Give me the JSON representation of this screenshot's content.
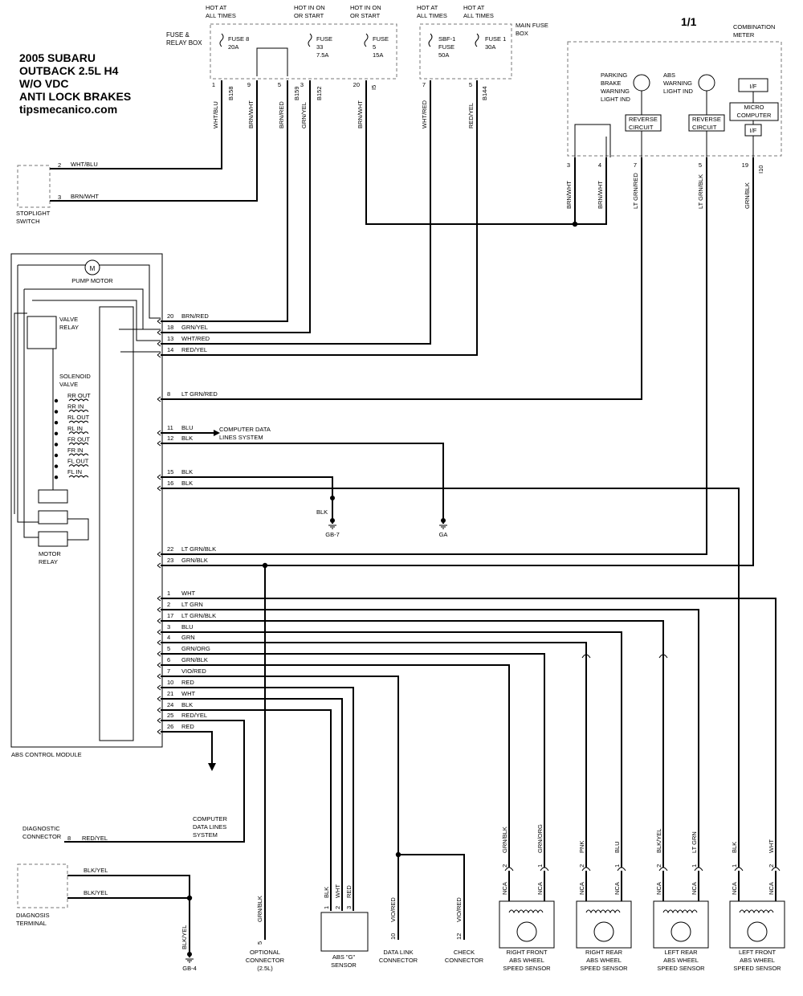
{
  "title_lines": [
    "2005 SUBARU",
    "OUTBACK  2.5L H4",
    "W/O VDC",
    "ANTI LOCK BRAKES",
    "tipsmecanico.com"
  ],
  "page_ref": "1/1",
  "fuse_relay_box": {
    "label": [
      "FUSE &",
      "RELAY BOX"
    ],
    "fuses": [
      {
        "hot": [
          "HOT AT",
          "ALL TIMES"
        ],
        "name": "FUSE 8",
        "rating": "20A",
        "pins": [
          "1",
          "9"
        ],
        "wire_ids": [
          "B158"
        ]
      },
      {
        "hot": [
          "HOT IN ON",
          "OR START"
        ],
        "name": "FUSE",
        "name2": "33",
        "rating": "7.5A",
        "pins": [
          "5",
          "3"
        ],
        "wire_ids": [
          "B159",
          "B152"
        ]
      },
      {
        "hot": [
          "HOT IN ON",
          "OR START"
        ],
        "name": "FUSE",
        "name2": "5",
        "rating": "15A",
        "pins": [
          "20"
        ],
        "wire_ids": [
          "I5"
        ]
      }
    ]
  },
  "main_fuse_box": {
    "label": [
      "MAIN FUSE",
      "BOX"
    ],
    "fuses": [
      {
        "hot": [
          "HOT AT",
          "ALL TIMES"
        ],
        "name": "SBF-1",
        "name2": "FUSE",
        "rating": "50A",
        "pins": [
          "7"
        ]
      },
      {
        "hot": [
          "HOT AT",
          "ALL TIMES"
        ],
        "name": "FUSE 1",
        "rating": "30A",
        "pins": [
          "5"
        ],
        "wire_ids": [
          "B144"
        ]
      }
    ]
  },
  "vertical_wire_colors": [
    "WHT/BLU",
    "BRN/WHT",
    "BRN/RED",
    "GRN/YEL",
    "BRN/WHT",
    "WHT/RED",
    "RED/YEL"
  ],
  "combination_meter": {
    "label": [
      "COMBINATION",
      "METER"
    ],
    "parking": [
      "PARKING",
      "BRAKE",
      "WARNING",
      "LIGHT IND"
    ],
    "abs": [
      "ABS",
      "WARNING",
      "LIGHT IND"
    ],
    "reverse": [
      "REVERSE",
      "CIRCUIT"
    ],
    "if_label": "I/F",
    "micro": [
      "MICRO",
      "COMPUTER"
    ],
    "pins": [
      "3",
      "4",
      "7",
      "5",
      "19"
    ],
    "wire_ids": [
      "I10"
    ],
    "wire_colors": [
      "BRN/WHT",
      "BRN/WHT",
      "LT GRN/RED",
      "LT GRN/BLK",
      "GRN/BLK"
    ]
  },
  "stoplight_switch": {
    "label": [
      "STOPLIGHT",
      "SWITCH"
    ],
    "pins": [
      "2",
      "3"
    ],
    "wires": [
      "WHT/BLU",
      "BRN/WHT"
    ]
  },
  "abs_module": {
    "label": "ABS CONTROL MODULE",
    "pump_motor": "PUMP MOTOR",
    "motor_symbol": "M",
    "valve_relay": [
      "VALVE",
      "RELAY"
    ],
    "solenoid": [
      "SOLENOID",
      "VALVE"
    ],
    "solenoids": [
      "RR OUT",
      "RR IN",
      "RL OUT",
      "RL IN",
      "FR OUT",
      "FR IN",
      "FL OUT",
      "FL IN"
    ],
    "motor_relay": [
      "MOTOR",
      "RELAY"
    ]
  },
  "pins": [
    {
      "pin": "20",
      "color": "BRN/RED"
    },
    {
      "pin": "18",
      "color": "GRN/YEL"
    },
    {
      "pin": "13",
      "color": "WHT/RED"
    },
    {
      "pin": "14",
      "color": "RED/YEL"
    },
    {
      "pin": "8",
      "color": "LT GRN/RED"
    },
    {
      "pin": "11",
      "color": "BLU"
    },
    {
      "pin": "12",
      "color": "BLK"
    },
    {
      "pin": "15",
      "color": "BLK"
    },
    {
      "pin": "16",
      "color": "BLK"
    },
    {
      "pin": "22",
      "color": "LT GRN/BLK"
    },
    {
      "pin": "23",
      "color": "GRN/BLK"
    },
    {
      "pin": "1",
      "color": "WHT"
    },
    {
      "pin": "2",
      "color": "LT GRN"
    },
    {
      "pin": "17",
      "color": "LT GRN/BLK"
    },
    {
      "pin": "3",
      "color": "BLU"
    },
    {
      "pin": "4",
      "color": "GRN"
    },
    {
      "pin": "5",
      "color": "GRN/ORG"
    },
    {
      "pin": "6",
      "color": "GRN/BLK"
    },
    {
      "pin": "7",
      "color": "VIO/RED"
    },
    {
      "pin": "10",
      "color": "RED"
    },
    {
      "pin": "21",
      "color": "WHT"
    },
    {
      "pin": "24",
      "color": "BLK"
    },
    {
      "pin": "25",
      "color": "RED/YEL"
    },
    {
      "pin": "26",
      "color": "RED"
    }
  ],
  "computer_data_lines": [
    "COMPUTER DATA",
    "LINES SYSTEM"
  ],
  "grounds": {
    "blk": "BLK",
    "gb7": "GB-7",
    "ga": "GA",
    "gb4": "GB-4"
  },
  "diagnostic_connector": {
    "label": [
      "DIAGNOSTIC",
      "CONNECTOR"
    ],
    "pin": "8",
    "wire": "RED/YEL",
    "dest": [
      "COMPUTER",
      "DATA LINES",
      "SYSTEM"
    ]
  },
  "diagnosis_terminal": {
    "label": [
      "DIAGNOSIS",
      "TERMINAL"
    ],
    "wires": [
      "BLK/YEL",
      "BLK/YEL",
      "BLK/YEL"
    ]
  },
  "optional_connector": {
    "label": [
      "OPTIONAL",
      "CONNECTOR",
      "(2.5L)"
    ],
    "pin": "5",
    "wire": "GRN/BLK"
  },
  "g_sensor": {
    "label": [
      "ABS \"G\"",
      "SENSOR"
    ],
    "pins": [
      "1",
      "2",
      "3"
    ],
    "wires": [
      "BLK",
      "WHT",
      "RED"
    ]
  },
  "data_link": {
    "label": [
      "DATA LINK",
      "CONNECTOR"
    ],
    "pin": "10",
    "wire": "VIO/RED"
  },
  "check_connector": {
    "label": [
      "CHECK",
      "CONNECTOR"
    ],
    "pin": "12",
    "wire": "VIO/RED"
  },
  "wheel_sensors": [
    {
      "label": [
        "RIGHT FRONT",
        "ABS WHEEL",
        "SPEED SENSOR"
      ],
      "pins": [
        "2",
        "1"
      ],
      "wires": [
        "GRN/BLK",
        "GRN/ORG"
      ]
    },
    {
      "label": [
        "RIGHT REAR",
        "ABS WHEEL",
        "SPEED SENSOR"
      ],
      "pins": [
        "2",
        "1"
      ],
      "wires": [
        "PNK",
        "BLU"
      ]
    },
    {
      "label": [
        "LEFT REAR",
        "ABS WHEEL",
        "SPEED SENSOR"
      ],
      "pins": [
        "2",
        "1"
      ],
      "wires": [
        "BLK/YEL",
        "LT GRN"
      ]
    },
    {
      "label": [
        "LEFT FRONT",
        "ABS WHEEL",
        "SPEED SENSOR"
      ],
      "pins": [
        "1",
        "2"
      ],
      "wires": [
        "BLK",
        "WHT"
      ]
    }
  ],
  "nca": "NCA"
}
